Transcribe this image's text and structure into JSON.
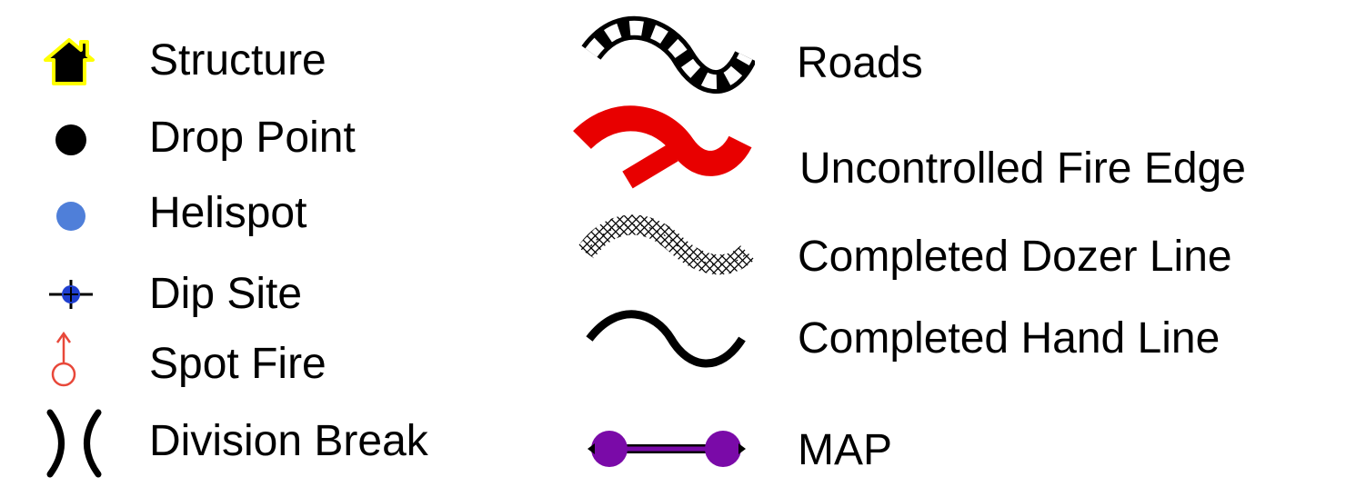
{
  "legend": {
    "left_items": [
      {
        "icon": "house-icon",
        "label": "Structure"
      },
      {
        "icon": "black-dot-icon",
        "label": "Drop Point"
      },
      {
        "icon": "blue-dot-icon",
        "label": "Helispot"
      },
      {
        "icon": "crosshair-dot-icon",
        "label": "Dip Site"
      },
      {
        "icon": "spot-fire-icon",
        "label": "Spot Fire"
      },
      {
        "icon": "division-break-icon",
        "label": "Division Break"
      }
    ],
    "right_items": [
      {
        "icon": "road-line-icon",
        "label": "Roads"
      },
      {
        "icon": "fire-edge-line-icon",
        "label": "Uncontrolled Fire Edge"
      },
      {
        "icon": "dozer-line-icon",
        "label": "Completed Dozer Line"
      },
      {
        "icon": "hand-line-icon",
        "label": "Completed Hand Line"
      },
      {
        "icon": "map-line-icon",
        "label": "MAP"
      }
    ]
  },
  "colors": {
    "structure_fill": "#000000",
    "structure_outline": "#ffff00",
    "drop_point": "#000000",
    "helispot": "#4f7fd9",
    "dip_site": "#1f3fd0",
    "spot_fire": "#e8483a",
    "fire_edge": "#e80000",
    "map_line": "#7a0aa8"
  }
}
